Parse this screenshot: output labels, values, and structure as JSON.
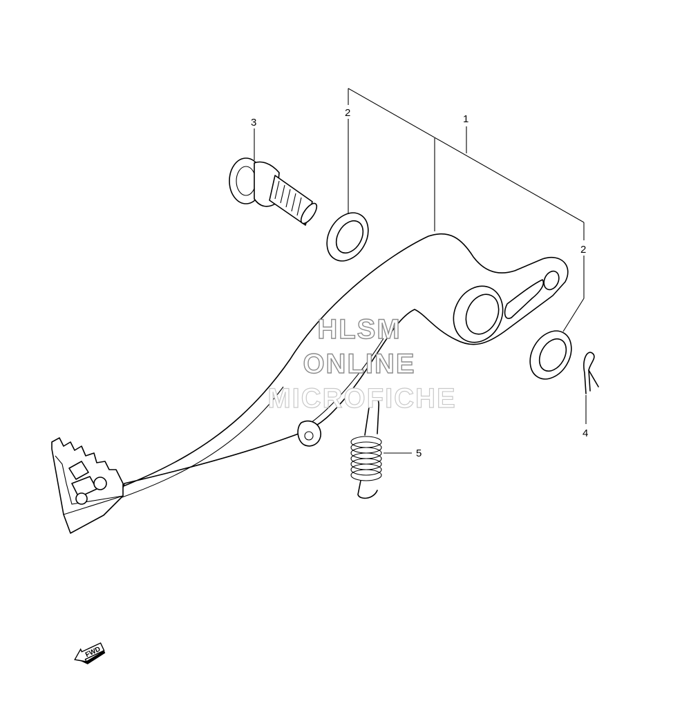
{
  "callouts": {
    "part_1": "1",
    "part_2_left": "2",
    "part_2_right": "2",
    "part_3": "3",
    "part_4": "4",
    "part_5": "5"
  },
  "watermark": {
    "line1": "HLSM",
    "line2": "ONLINE",
    "line3": "MICROFICHE"
  },
  "fwd_arrow": {
    "label": "FWD",
    "icon": "fwd-arrow-icon"
  },
  "colors": {
    "line": "#000000",
    "watermark_stroke": "#8a8a8a",
    "background": "#ffffff"
  }
}
